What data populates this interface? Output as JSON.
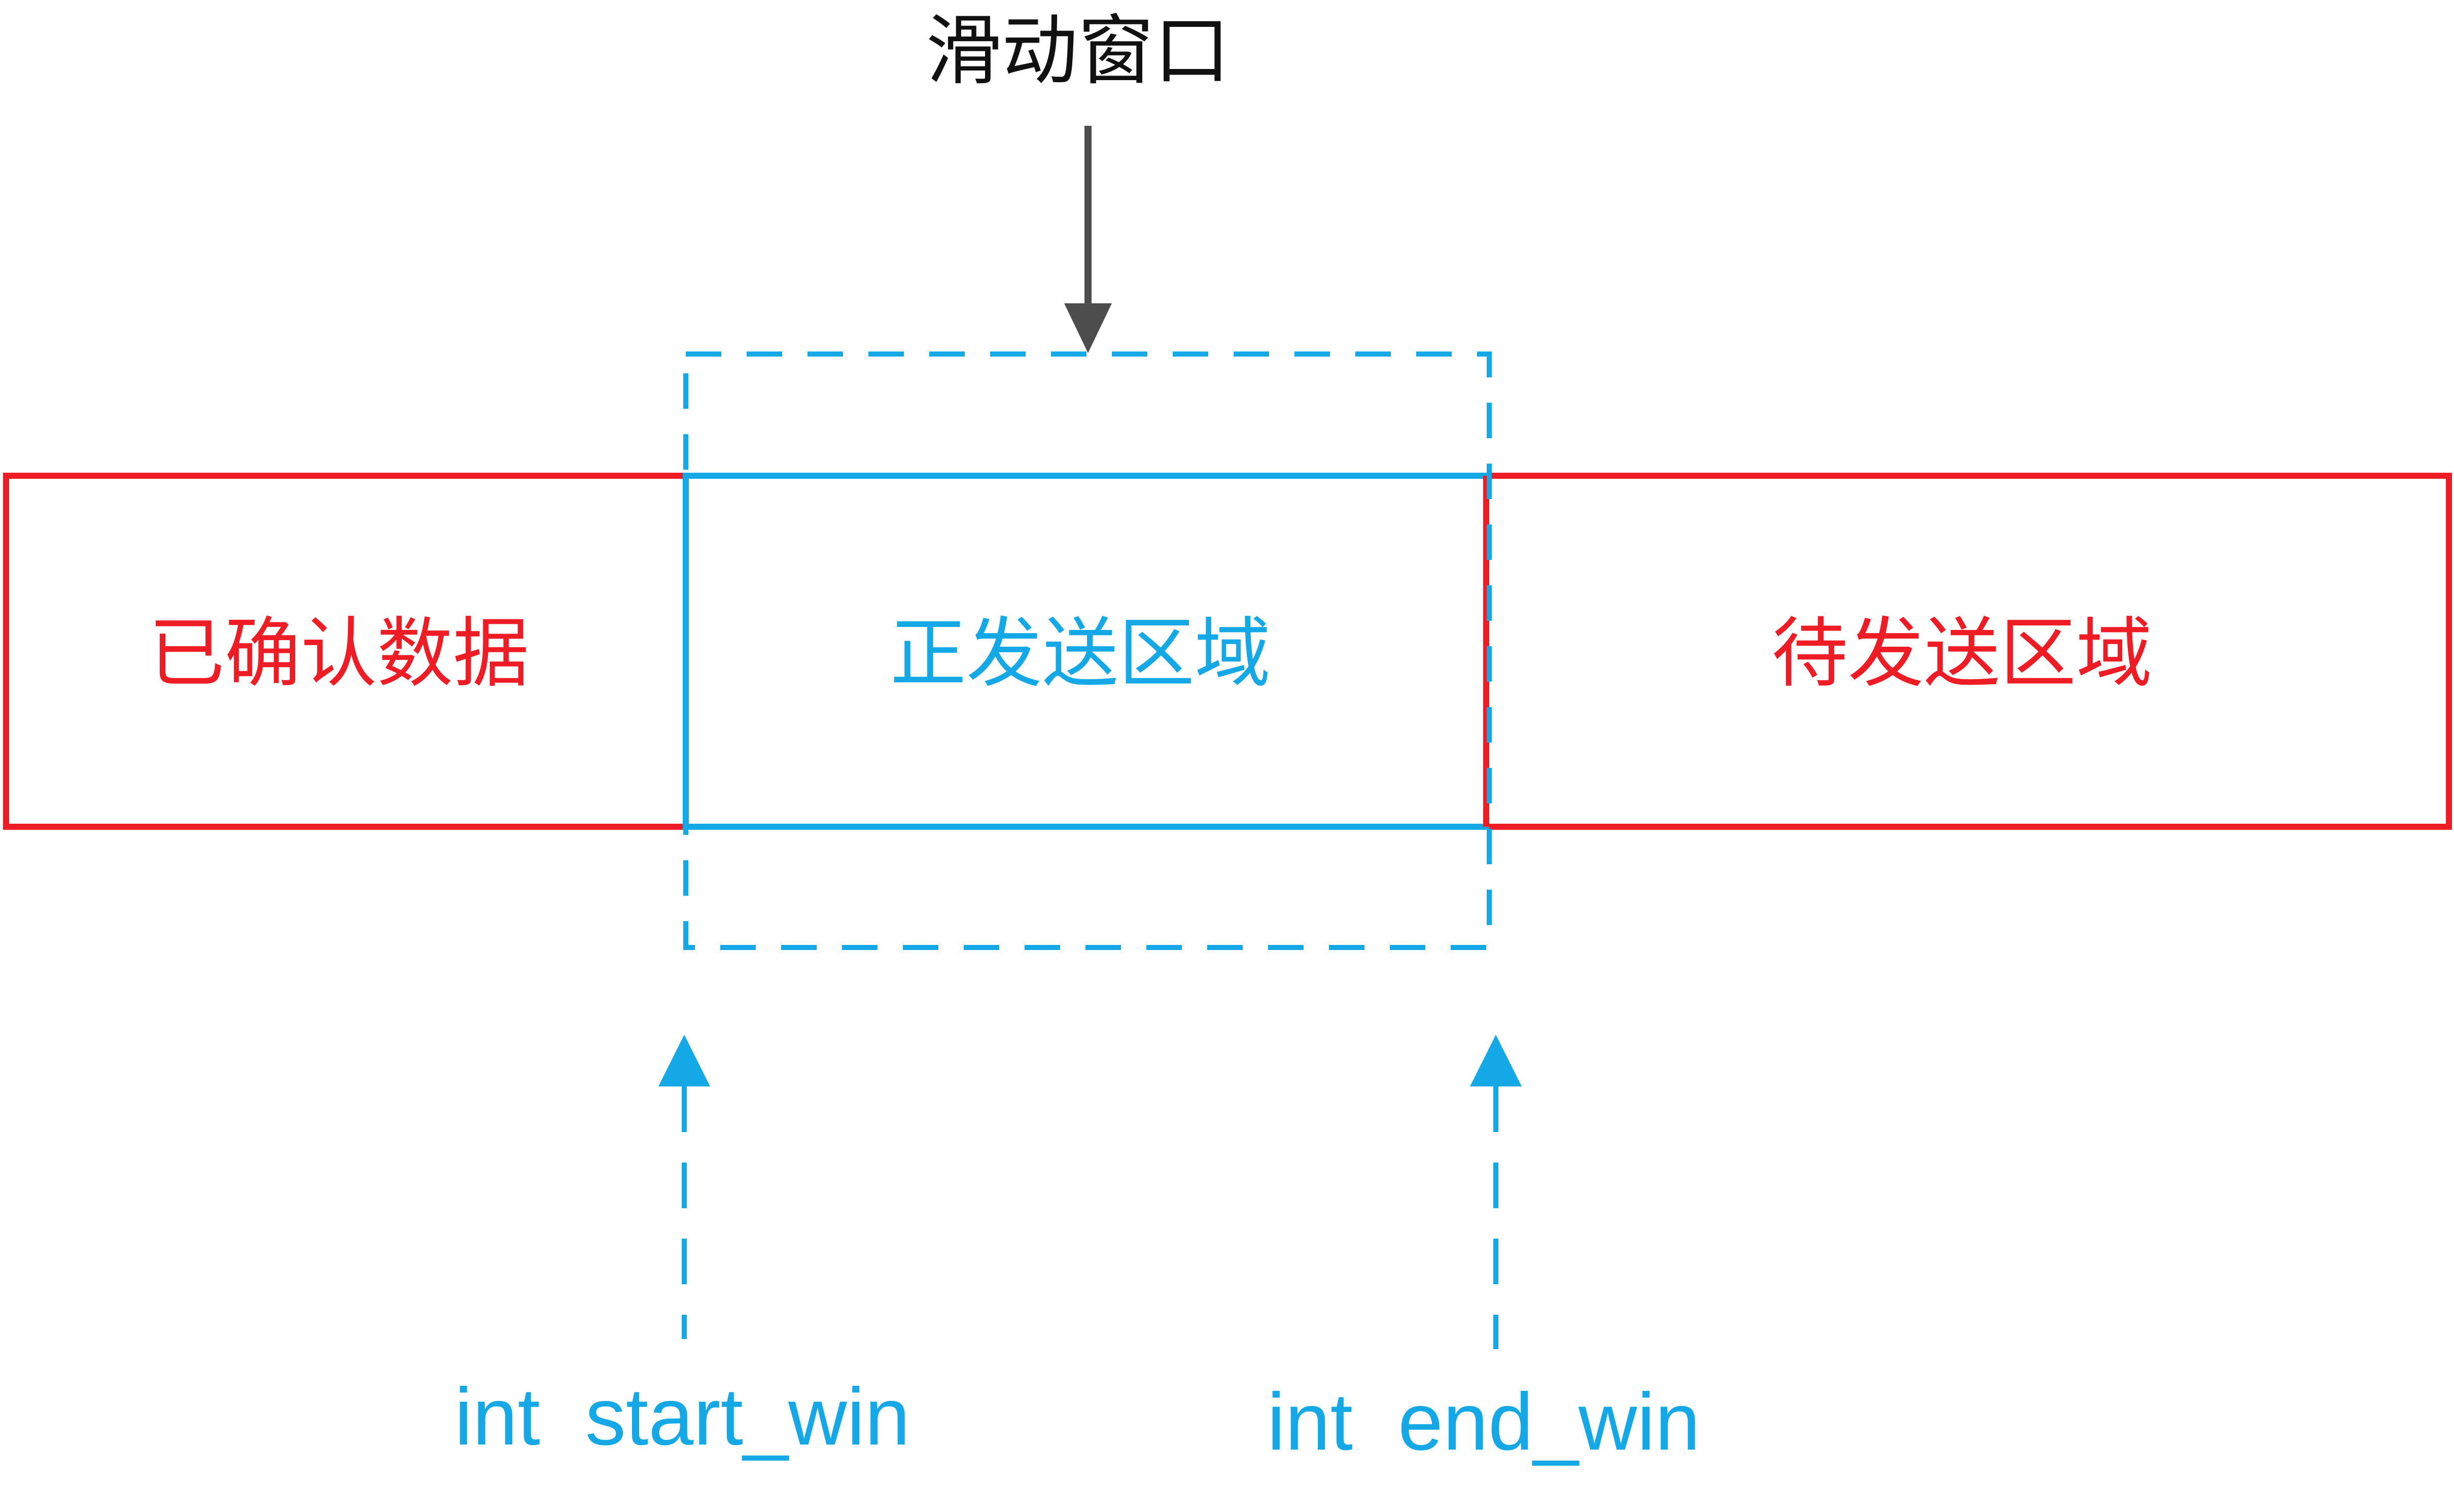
{
  "colors": {
    "red": "#EE1C25",
    "blue": "#14A9E6",
    "dark_arrow": "#4D4D4D",
    "title_text": "#111111",
    "background": "#FFFFFF"
  },
  "title": "滑动窗口",
  "regions": {
    "acknowledged": "已确认数据",
    "sending": "正发送区域",
    "pending": "待发送区域"
  },
  "pointers": {
    "start": "int  start_win",
    "end": "int  end_win"
  }
}
